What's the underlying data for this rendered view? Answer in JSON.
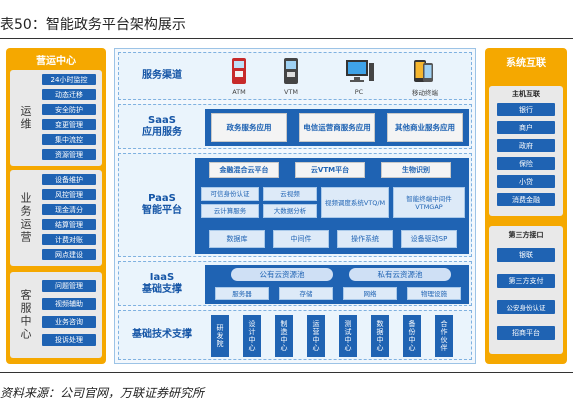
{
  "title": "表50：智能政务平台架构展示",
  "source": "资料来源：公司官网，万联证券研究所",
  "left_panel": {
    "title": "营运中心",
    "groups": [
      {
        "label": "运维",
        "items": [
          "24小时监控",
          "动态迁移",
          "安全防护",
          "变更管理",
          "集中流控",
          "资源管理"
        ]
      },
      {
        "label": "业务运营",
        "items": [
          "设备维护",
          "风控管理",
          "现金清分",
          "结算管理",
          "计费对账",
          "网点建设"
        ]
      },
      {
        "label": "客服中心",
        "items": [
          "问题管理",
          "视频辅助",
          "业务咨询",
          "投诉处理"
        ]
      }
    ]
  },
  "center": {
    "channels": {
      "label": "服务渠道",
      "devices": [
        "ATM",
        "VTM",
        "PC",
        "移动终端"
      ]
    },
    "saas": {
      "label": "SaaS\n应用服务",
      "boxes": [
        "政务服务应用",
        "电信运营商服务应用",
        "其他商业服务应用"
      ]
    },
    "paas": {
      "label": "PaaS\n智能平台",
      "top": [
        "金融混合云平台",
        "云VTM平台",
        "生物识别"
      ],
      "mid_left": [
        "可信身份认证",
        "云视频",
        "云计算服务",
        "大数据分析"
      ],
      "mid_right": [
        "视频调度系统VTQ/M",
        "智能终端中间件VTMGAP"
      ],
      "bottom": [
        "数据库",
        "中间件",
        "操作系统",
        "设备驱动SP"
      ]
    },
    "iaas": {
      "label": "IaaS\n基础支撑",
      "pills": [
        "公有云资源池",
        "私有云资源池"
      ],
      "items": [
        "服务器",
        "存储",
        "网络",
        "物理设施"
      ]
    },
    "tech": {
      "label": "基础技术支撑",
      "columns": [
        "研发院",
        "设计中心",
        "制造中心",
        "运营中心",
        "测试中心",
        "数据中心",
        "备份中心",
        "合作伙伴"
      ]
    }
  },
  "right_panel": {
    "title": "系统互联",
    "groups": [
      {
        "label": "主机互联",
        "items": [
          "银行",
          "商户",
          "政府",
          "保险",
          "小贷",
          "消费金融"
        ]
      },
      {
        "label": "第三方接口",
        "items": [
          "银联",
          "第三方支付",
          "公安身份认证",
          "招商平台"
        ]
      }
    ]
  }
}
